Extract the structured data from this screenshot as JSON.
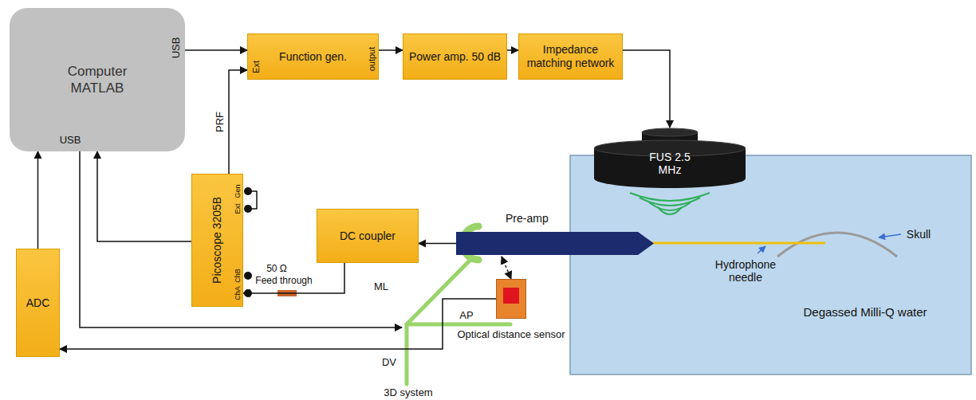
{
  "diagram": {
    "nodes": [
      {
        "text": [
          "Computer MATLAB"
        ]
      },
      {
        "text": [
          "Function gen."
        ]
      },
      {
        "text": [
          "Power amp. 50 dB"
        ]
      },
      {
        "text": [
          "Impedance matching network"
        ]
      },
      {
        "text": [
          "FUS 2.5 MHz"
        ]
      },
      {
        "text": [
          "Picoscope 3205B"
        ]
      },
      {
        "text": [
          "DC coupler"
        ]
      },
      {
        "text": [
          "Pre-amp"
        ]
      },
      {
        "text": [
          "ADC"
        ]
      },
      {
        "text": [
          "Optical distance sensor"
        ]
      }
    ],
    "edges": [
      {
        "from": 0,
        "to": 1,
        "arrow": "to"
      },
      {
        "from": 1,
        "to": 2,
        "arrow": "to"
      },
      {
        "from": 2,
        "to": 3,
        "arrow": "to"
      },
      {
        "from": 3,
        "to": 4,
        "arrow": "to"
      },
      {
        "from": 5,
        "to": 1,
        "label": "PRF",
        "arrow": "to"
      },
      {
        "from": 5,
        "to": 0,
        "arrow": "to"
      },
      {
        "from": 6,
        "to": 5,
        "arrow": "to"
      },
      {
        "from": 7,
        "to": 6,
        "arrow": "to"
      },
      {
        "from": 9,
        "to": 8,
        "arrow": "to"
      },
      {
        "from": 8,
        "to": 0,
        "arrow": "to"
      },
      {
        "from": 7,
        "to": 9,
        "arrow": "both"
      }
    ],
    "labels": [
      "USB",
      "USB",
      "Ext",
      "output",
      "Gen",
      "Ext",
      "ChB",
      "ChA",
      "50 Ω",
      "Feed through",
      "ML",
      "AP",
      "DV",
      "3D system",
      "Hydrophone needle",
      "Skull",
      "Degassed Milli-Q water"
    ]
  }
}
